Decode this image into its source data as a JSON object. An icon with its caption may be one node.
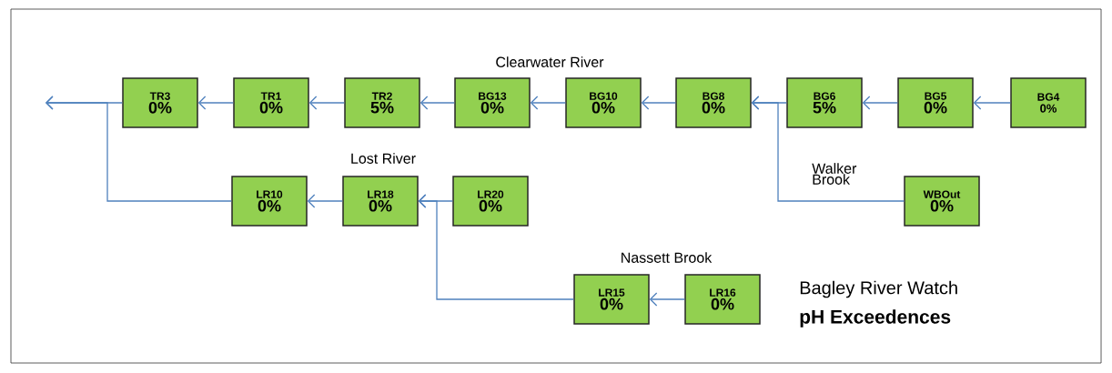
{
  "diagram": {
    "title": "Bagley River Watch",
    "nodes": [
      {
        "text": [
          "TR3",
          "0%"
        ]
      },
      {
        "text": [
          "TR1",
          "0%"
        ]
      },
      {
        "text": [
          "TR2",
          "5%"
        ]
      },
      {
        "text": [
          "BG13",
          "0%"
        ]
      },
      {
        "text": [
          "BG10",
          "0%"
        ]
      },
      {
        "text": [
          "BG8",
          "0%"
        ]
      },
      {
        "text": [
          "BG6",
          "5%"
        ]
      },
      {
        "text": [
          "BG5",
          "0%"
        ]
      },
      {
        "text": [
          "BG4",
          "0%"
        ]
      },
      {
        "text": [
          "LR10",
          "0%"
        ]
      },
      {
        "text": [
          "LR18",
          "0%"
        ]
      },
      {
        "text": [
          "LR20",
          "0%"
        ]
      },
      {
        "text": [
          "WBOut",
          "0%"
        ]
      },
      {
        "text": [
          "LR15",
          "0%"
        ]
      },
      {
        "text": [
          "LR16",
          "0%"
        ]
      }
    ],
    "edges": [
      {
        "from": 8,
        "to": 7,
        "arrow": "to"
      },
      {
        "from": 7,
        "to": 6,
        "arrow": "to"
      },
      {
        "from": 6,
        "to": 5,
        "arrow": "to"
      },
      {
        "from": 12,
        "to": 5,
        "arrow": "to"
      },
      {
        "from": 5,
        "to": 4,
        "arrow": "to"
      },
      {
        "from": 4,
        "to": 3,
        "arrow": "to"
      },
      {
        "from": 3,
        "to": 2,
        "arrow": "to"
      },
      {
        "from": 2,
        "to": 1,
        "arrow": "to"
      },
      {
        "from": 1,
        "to": 0,
        "arrow": "to"
      },
      {
        "from": 0,
        "to": null,
        "arrow": "to"
      },
      {
        "from": 9,
        "to": null,
        "arrow": "to"
      },
      {
        "from": 11,
        "to": 10,
        "arrow": "to"
      },
      {
        "from": 13,
        "to": 10,
        "arrow": "to"
      },
      {
        "from": 10,
        "to": 9,
        "arrow": "to"
      },
      {
        "from": 14,
        "to": 13,
        "arrow": "to"
      }
    ],
    "labels": [
      "Clearwater River",
      "Lost River",
      "Walker Brook",
      "Nassett Brook",
      "pH Exceedences"
    ]
  }
}
